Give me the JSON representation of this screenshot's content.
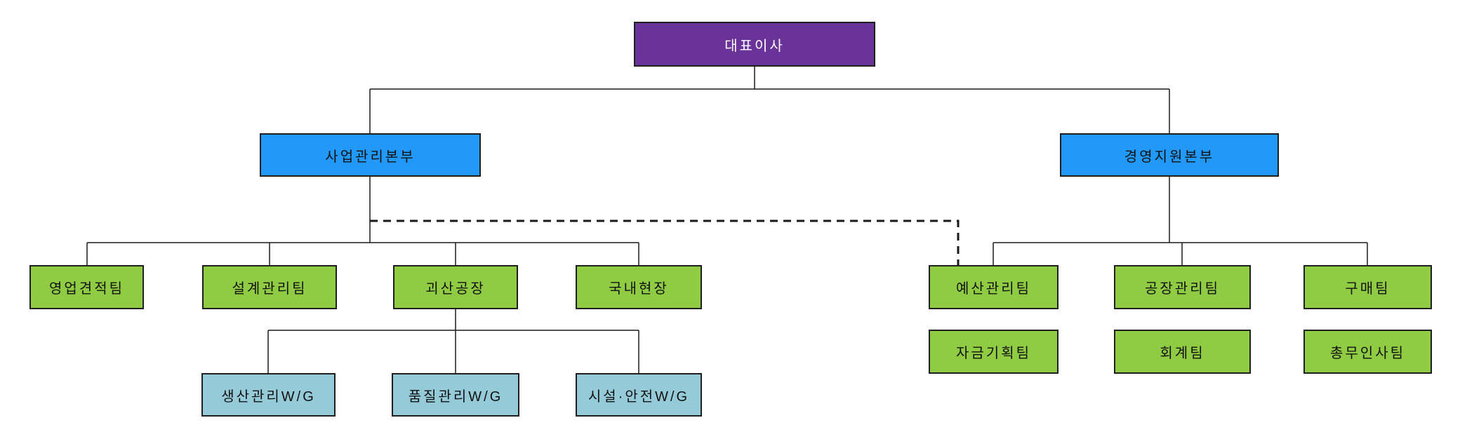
{
  "diagram": {
    "type": "org-chart",
    "language": "ko"
  },
  "colors": {
    "executive": "#6a3399",
    "division": "#2299f8",
    "team": "#8fcc44",
    "workgroup": "#95cbd8",
    "line": "#1a1a1a"
  },
  "nodes": {
    "ceo": {
      "label": "대표이사",
      "level": "executive"
    },
    "div_business": {
      "label": "사업관리본부",
      "level": "division"
    },
    "div_support": {
      "label": "경영지원본부",
      "level": "division"
    },
    "team_sales": {
      "label": "영업견적팀",
      "level": "team"
    },
    "team_design": {
      "label": "설계관리팀",
      "level": "team"
    },
    "team_goesan": {
      "label": "괴산공장",
      "level": "team"
    },
    "team_domestic": {
      "label": "국내현장",
      "level": "team"
    },
    "team_budget": {
      "label": "예산관리팀",
      "level": "team"
    },
    "team_factory": {
      "label": "공장관리팀",
      "level": "team"
    },
    "team_purchase": {
      "label": "구매팀",
      "level": "team"
    },
    "team_finance": {
      "label": "자금기획팀",
      "level": "team"
    },
    "team_account": {
      "label": "회계팀",
      "level": "team"
    },
    "team_hr": {
      "label": "총무인사팀",
      "level": "team"
    },
    "wg_production": {
      "label": "생산관리W/G",
      "level": "workgroup"
    },
    "wg_quality": {
      "label": "품질관리W/G",
      "level": "workgroup"
    },
    "wg_safety": {
      "label": "시설·안전W/G",
      "level": "workgroup"
    }
  },
  "edges": {
    "solid": [
      [
        "대표이사",
        "사업관리본부"
      ],
      [
        "대표이사",
        "경영지원본부"
      ],
      [
        "사업관리본부",
        "영업견적팀"
      ],
      [
        "사업관리본부",
        "설계관리팀"
      ],
      [
        "사업관리본부",
        "괴산공장"
      ],
      [
        "사업관리본부",
        "국내현장"
      ],
      [
        "경영지원본부",
        "예산관리팀"
      ],
      [
        "경영지원본부",
        "공장관리팀"
      ],
      [
        "경영지원본부",
        "구매팀"
      ],
      [
        "괴산공장",
        "생산관리W/G"
      ],
      [
        "괴산공장",
        "품질관리W/G"
      ],
      [
        "괴산공장",
        "시설·안전W/G"
      ]
    ],
    "dashed": [
      [
        "사업관리본부",
        "예산관리팀"
      ]
    ]
  }
}
